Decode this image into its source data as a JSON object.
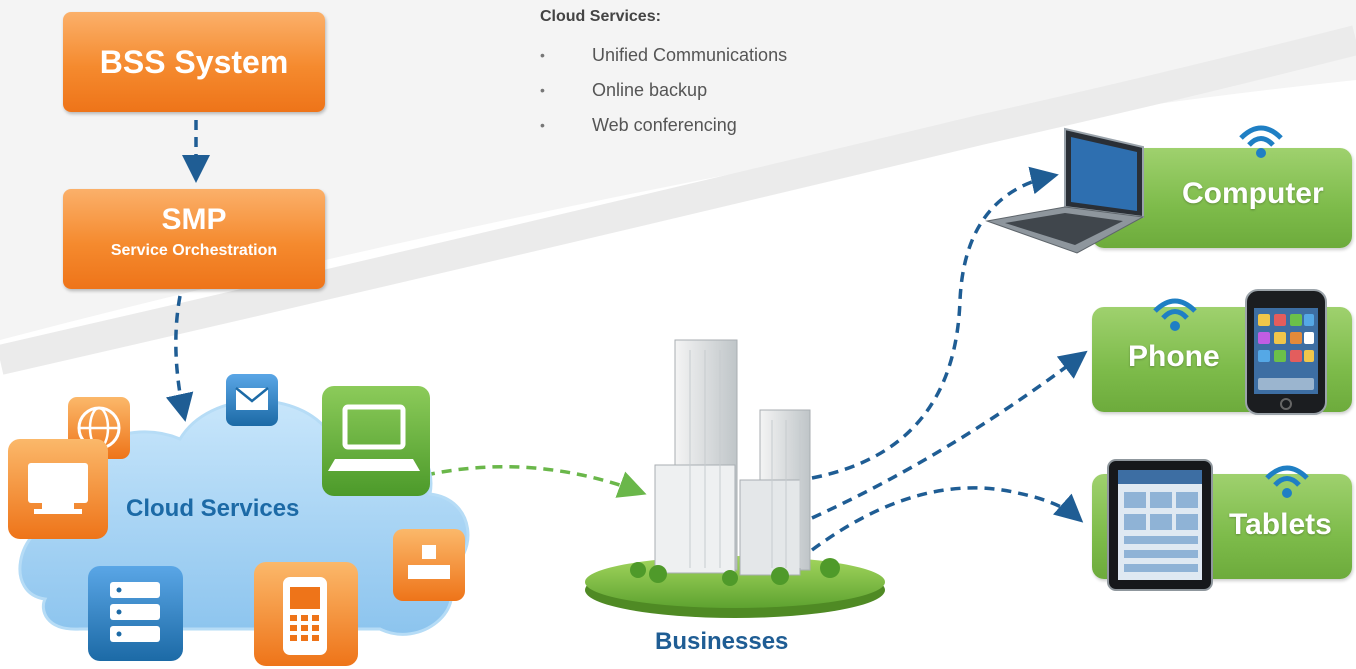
{
  "bss_box": {
    "label": "BSS System"
  },
  "smp_box": {
    "title": "SMP",
    "subtitle": "Service Orchestration"
  },
  "services_panel": {
    "heading": "Cloud Services:",
    "bullet": "•",
    "items": [
      "Unified Communications",
      "Online backup",
      "Web conferencing"
    ]
  },
  "cloud": {
    "label": "Cloud Services"
  },
  "businesses": {
    "label": "Businesses"
  },
  "devices": {
    "computer": "Computer",
    "phone": "Phone",
    "tablets": "Tablets"
  },
  "colors": {
    "orange": "#f58a2e",
    "green": "#7dbb4a",
    "blue_arrow": "#1f5d94",
    "green_arrow": "#6ab74a",
    "cloud_blue": "#9fd0f2"
  },
  "icons": [
    "globe-icon",
    "mail-icon",
    "laptop-icon",
    "monitor-icon",
    "server-icon",
    "mobile-phone-icon",
    "grid-icon",
    "wifi-icon"
  ]
}
